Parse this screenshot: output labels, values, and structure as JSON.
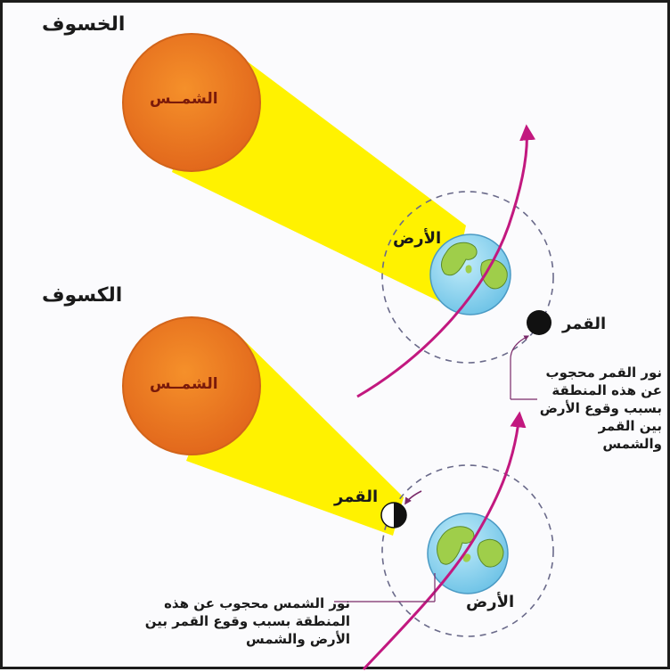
{
  "lunar_eclipse": {
    "title": "الخسوف",
    "sun_label": "الشمــس",
    "earth_label": "الأرض",
    "moon_label": "القمر",
    "note": "نور القمر محجوب عن هذه المنطقة بسبب وقوع الأرض بين القمر والشمس"
  },
  "solar_eclipse": {
    "title": "الكسوف",
    "sun_label": "الشمــس",
    "moon_label": "القمر",
    "earth_label": "الأرض",
    "note": "نور الشمس محجوب عن هذه المنطقة بسبب وقوع القمر بين الأرض والشمس"
  },
  "colors": {
    "sun": "#f07f1e",
    "sun_edge": "#d2641a",
    "light_beam": "#fff200",
    "ocean": "#8fd3ee",
    "land": "#9fce4a",
    "orbit_path": "#c2187f",
    "moon": "#111111"
  }
}
